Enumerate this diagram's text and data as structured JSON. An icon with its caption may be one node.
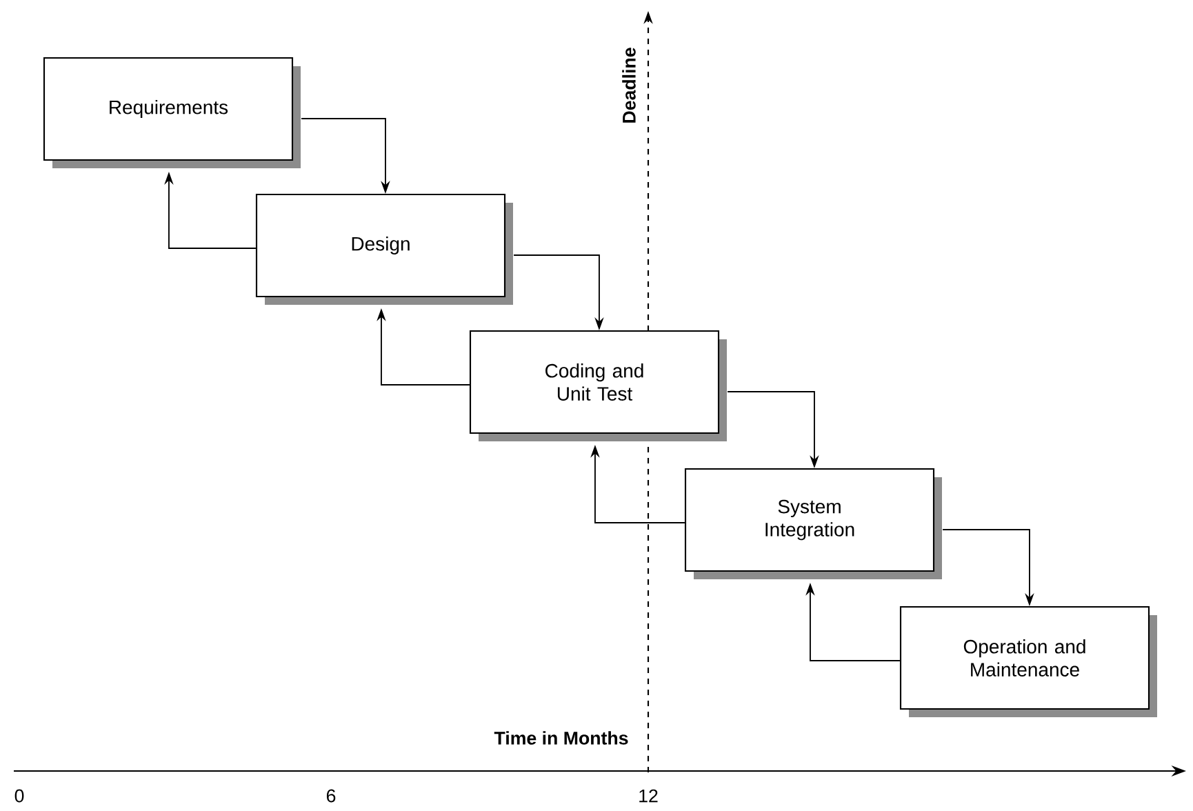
{
  "diagram": {
    "nodes": [
      {
        "text": [
          "Requirements"
        ]
      },
      {
        "text": [
          "Design"
        ]
      },
      {
        "text": [
          "Coding and Unit Test"
        ]
      },
      {
        "text": [
          "System Integration"
        ]
      },
      {
        "text": [
          "Operation and Maintenance"
        ]
      }
    ],
    "edges": [
      {
        "from": 0,
        "to": 1,
        "arrow": "to"
      },
      {
        "from": 1,
        "to": 0,
        "arrow": "to"
      },
      {
        "from": 1,
        "to": 2,
        "arrow": "to"
      },
      {
        "from": 2,
        "to": 1,
        "arrow": "to"
      },
      {
        "from": 2,
        "to": 3,
        "arrow": "to"
      },
      {
        "from": 3,
        "to": 2,
        "arrow": "to"
      },
      {
        "from": 3,
        "to": 4,
        "arrow": "to"
      },
      {
        "from": 4,
        "to": 3,
        "arrow": "to"
      }
    ],
    "labels": [
      "Deadline",
      "Time in Months",
      "0",
      "6",
      "12"
    ]
  }
}
